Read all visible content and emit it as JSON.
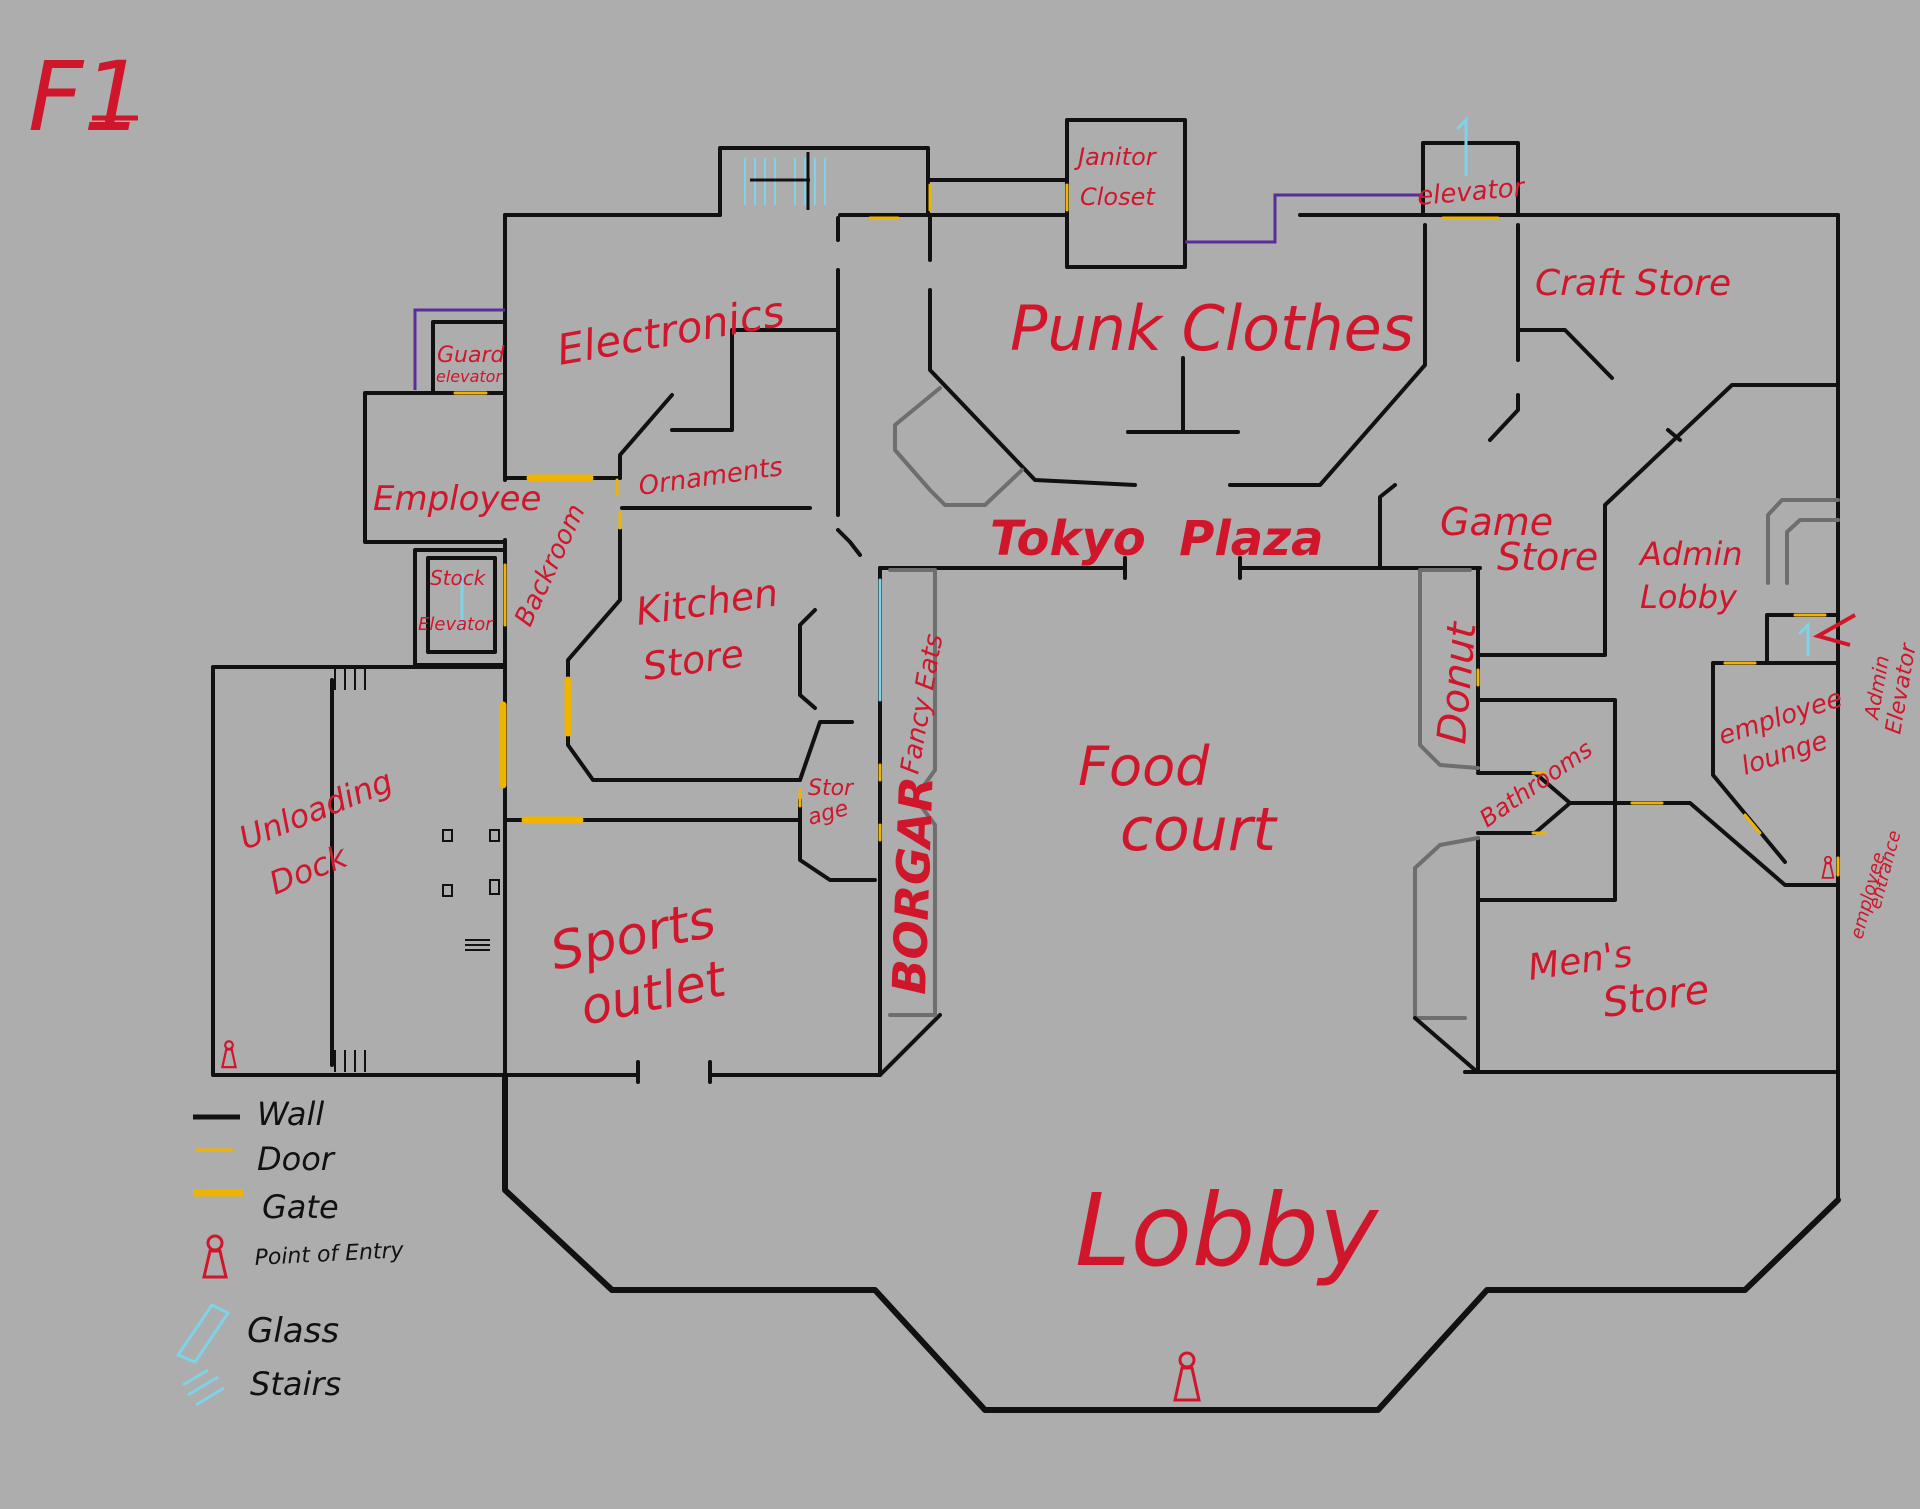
{
  "floor_label": "F1",
  "colors": {
    "background": "#adadad",
    "wall": "#111111",
    "door": "#f0b400",
    "gate": "#f0b400",
    "glass": "#7fd3e8",
    "stairs": "#7fd3e8",
    "label": "#d0162b",
    "elevator_link": "#5a2d9a"
  },
  "rooms": {
    "janitor_closet": [
      "Janitor",
      "Closet"
    ],
    "elevator": "elevator",
    "craft_store": "Craft Store",
    "electronics": "Electronics",
    "punk_clothes": "Punk Clothes",
    "guard_elevator": [
      "Guard",
      "elevator"
    ],
    "ornaments": "Ornaments",
    "employee": "Employee",
    "tokyo_plaza": "Tokyo  Plaza",
    "game_store": [
      "Game",
      "Store"
    ],
    "admin_lobby": [
      "Admin",
      "Lobby"
    ],
    "stock_elevator": [
      "Stock",
      "Elevator"
    ],
    "backroom": "Backroom",
    "kitchen_store": [
      "Kitchen",
      "Store"
    ],
    "fancy_eats": "Fancy Eats",
    "donut": "Donut",
    "admin_elevator": [
      "Admin",
      "Elevator"
    ],
    "employee_lounge": [
      "employee",
      "lounge"
    ],
    "unloading_dock": [
      "Unloading",
      "Dock"
    ],
    "food_court": [
      "Food",
      "court"
    ],
    "storage": [
      "Stor",
      "age"
    ],
    "bathrooms": "Bathrooms",
    "employee_entrance": [
      "employee",
      "entrance"
    ],
    "sports_outlet": [
      "Sports",
      "outlet"
    ],
    "borgar": "BORGAR",
    "mens_store": [
      "Men's",
      "Store"
    ],
    "lobby": "Lobby"
  },
  "legend": {
    "items": [
      {
        "key": "wall",
        "label": "Wall",
        "icon": "wall-line"
      },
      {
        "key": "door",
        "label": "Door",
        "icon": "door-line"
      },
      {
        "key": "gate",
        "label": "Gate",
        "icon": "gate-line"
      },
      {
        "key": "entry",
        "label": "Point of Entry",
        "icon": "point-of-entry-icon"
      },
      {
        "key": "glass",
        "label": "Glass",
        "icon": "glass-icon"
      },
      {
        "key": "stairs",
        "label": "Stairs",
        "icon": "stairs-icon"
      }
    ]
  }
}
